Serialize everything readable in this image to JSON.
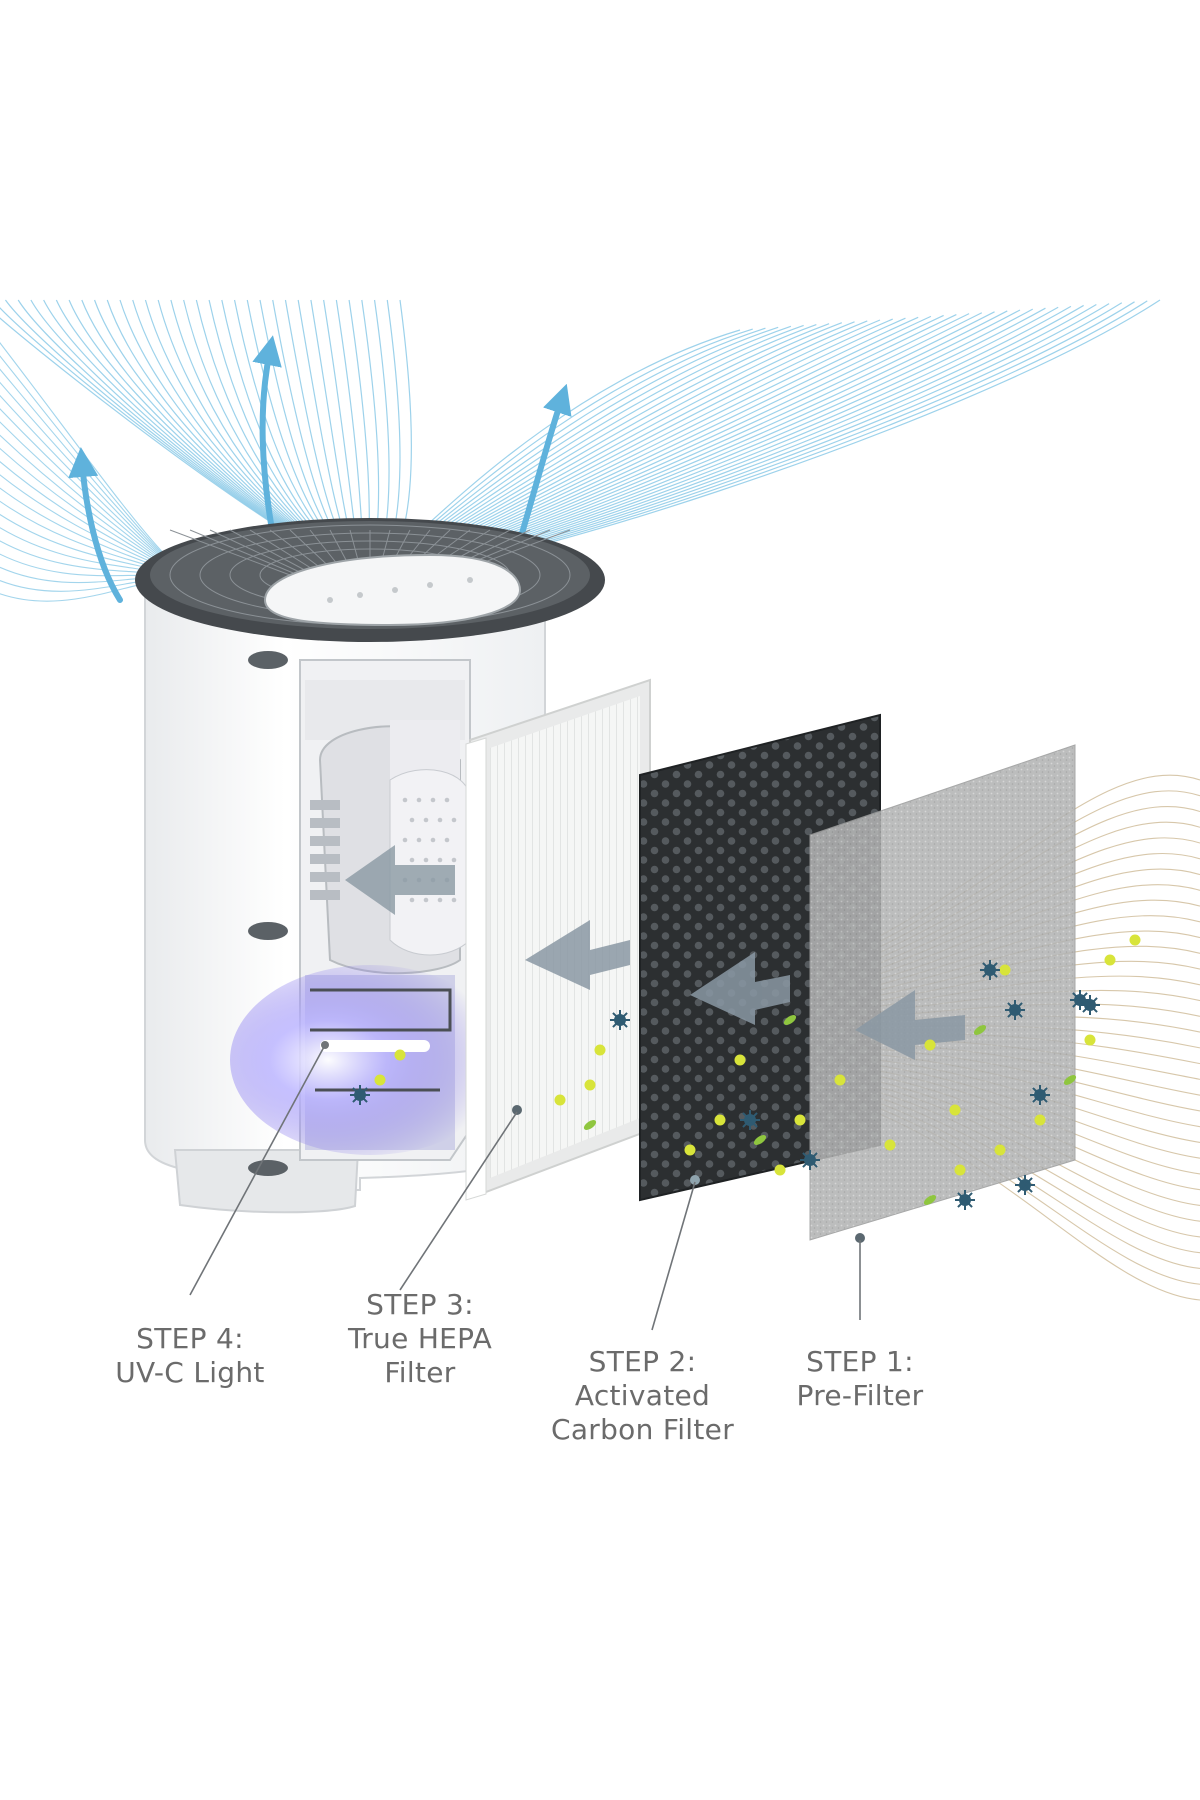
{
  "steps": [
    {
      "step": "STEP 4:",
      "lines": [
        "UV-C Light"
      ]
    },
    {
      "step": "STEP 3:",
      "lines": [
        "True HEPA",
        "Filter"
      ]
    },
    {
      "step": "STEP 2:",
      "lines": [
        "Activated",
        "Carbon Filter"
      ]
    },
    {
      "step": "STEP 1:",
      "lines": [
        "Pre-Filter"
      ]
    }
  ],
  "colors": {
    "clean_air": "#7cc3e4",
    "clean_arrow": "#5fb2dc",
    "dirty_air": "#c9b48e",
    "flow_arrow": "#8a98a3",
    "carbon": "#2c2f31",
    "hepa": "#f2f3f2",
    "prefilter": "#a9aaaa",
    "uv_glow": "#8a7cff",
    "particle_yellow": "#d8e43a",
    "particle_green": "#8fc63f",
    "particle_blue": "#2f5b72"
  },
  "icons": [
    "clean-air-arrow-icon",
    "airflow-arrow-icon",
    "particle-icon",
    "germ-icon"
  ]
}
